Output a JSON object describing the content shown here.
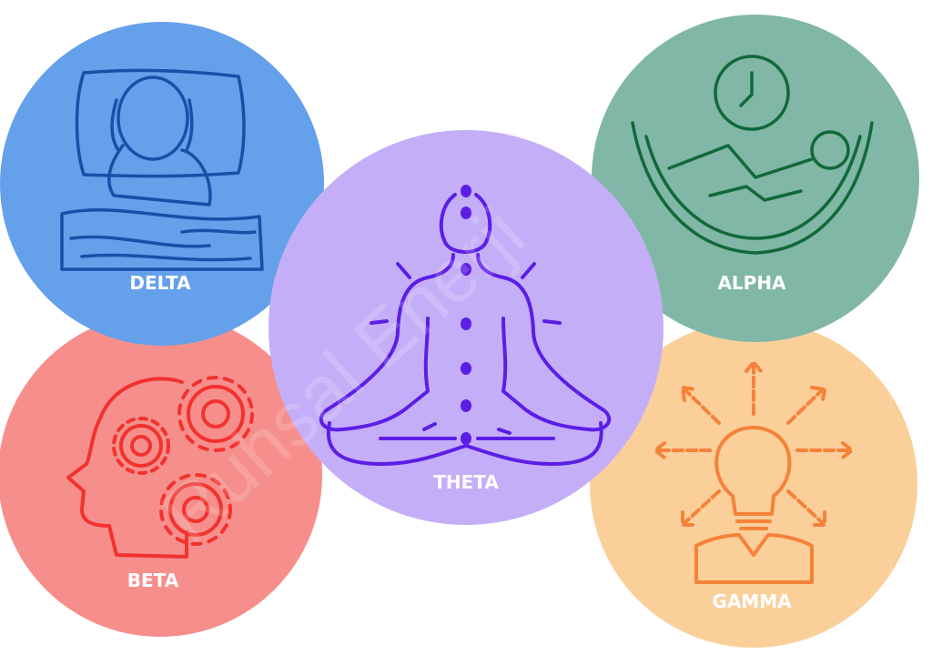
{
  "waves": [
    {
      "id": "delta",
      "label": "DELTA",
      "icon": "sleeping-person-icon",
      "fill": "#65a0ea",
      "stroke": "#1a4fa8"
    },
    {
      "id": "beta",
      "label": "BETA",
      "icon": "head-gears-icon",
      "fill": "#f68f8c",
      "stroke": "#f2322e"
    },
    {
      "id": "theta",
      "label": "THETA",
      "icon": "meditation-chakra-icon",
      "fill": "#c5aef8",
      "stroke": "#5b1ee6"
    },
    {
      "id": "alpha",
      "label": "ALPHA",
      "icon": "hammock-clock-icon",
      "fill": "#80b7a6",
      "stroke": "#12683a"
    },
    {
      "id": "gamma",
      "label": "GAMMA",
      "icon": "lightbulb-idea-icon",
      "fill": "#fbcf9a",
      "stroke": "#f5823a"
    }
  ],
  "watermark": "Ruhsal Enerji"
}
